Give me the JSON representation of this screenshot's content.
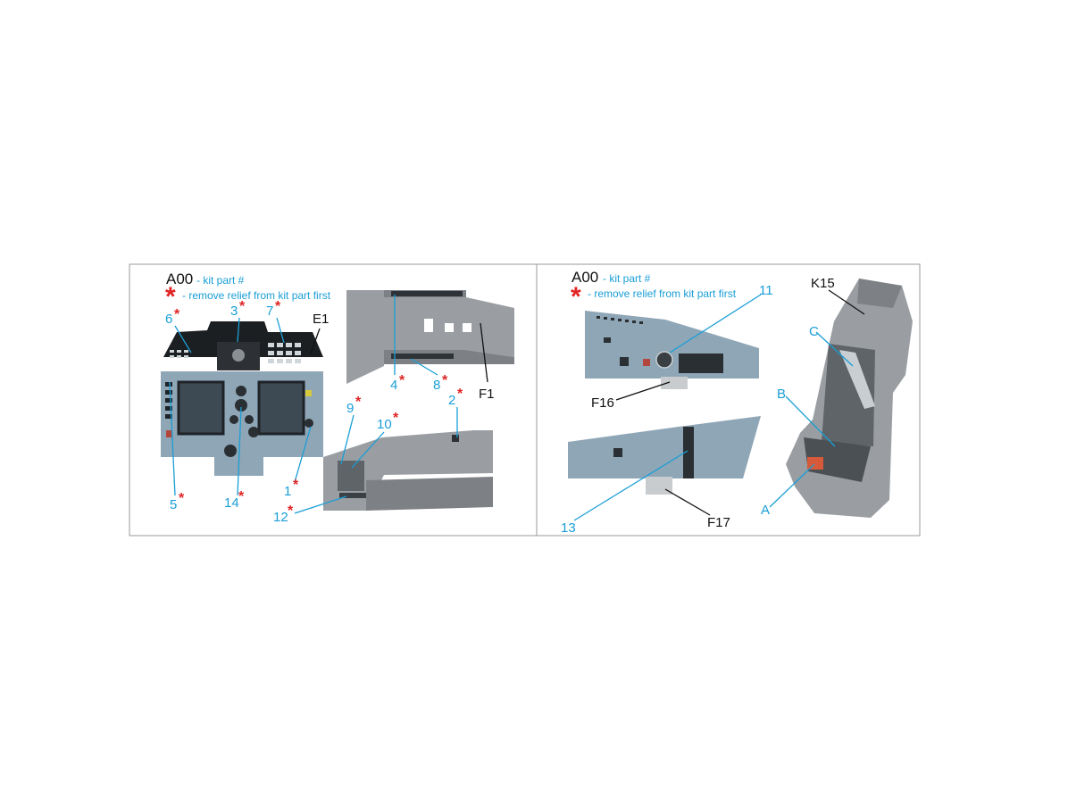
{
  "left_panel": {
    "legend": {
      "kit_code": "A00",
      "kit_text": "- kit part #",
      "asterisk": "*",
      "asterisk_text": "- remove relief from kit part first"
    },
    "callouts": [
      {
        "num": "6",
        "ast": "*"
      },
      {
        "num": "3",
        "ast": "*"
      },
      {
        "num": "7",
        "ast": "*"
      },
      {
        "num": "E1",
        "ast": ""
      },
      {
        "num": "4",
        "ast": "*"
      },
      {
        "num": "8",
        "ast": "*"
      },
      {
        "num": "F1",
        "ast": ""
      },
      {
        "num": "9",
        "ast": "*"
      },
      {
        "num": "10",
        "ast": "*"
      },
      {
        "num": "2",
        "ast": "*"
      },
      {
        "num": "1",
        "ast": "*"
      },
      {
        "num": "12",
        "ast": "*"
      },
      {
        "num": "5",
        "ast": "*"
      },
      {
        "num": "14",
        "ast": "*"
      }
    ]
  },
  "right_panel": {
    "legend": {
      "kit_code": "A00",
      "kit_text": "- kit part #",
      "asterisk": "*",
      "asterisk_text": "- remove relief from kit part first"
    },
    "callouts": [
      {
        "num": "11"
      },
      {
        "num": "K15"
      },
      {
        "num": "C"
      },
      {
        "num": "F16"
      },
      {
        "num": "B"
      },
      {
        "num": "13"
      },
      {
        "num": "F17"
      },
      {
        "num": "A"
      }
    ]
  },
  "colors": {
    "callout_blue": "#1a9ed6",
    "asterisk_red": "#e02424",
    "part_blue_grey": "#8fa6b6",
    "part_grey": "#9a9ea2"
  }
}
